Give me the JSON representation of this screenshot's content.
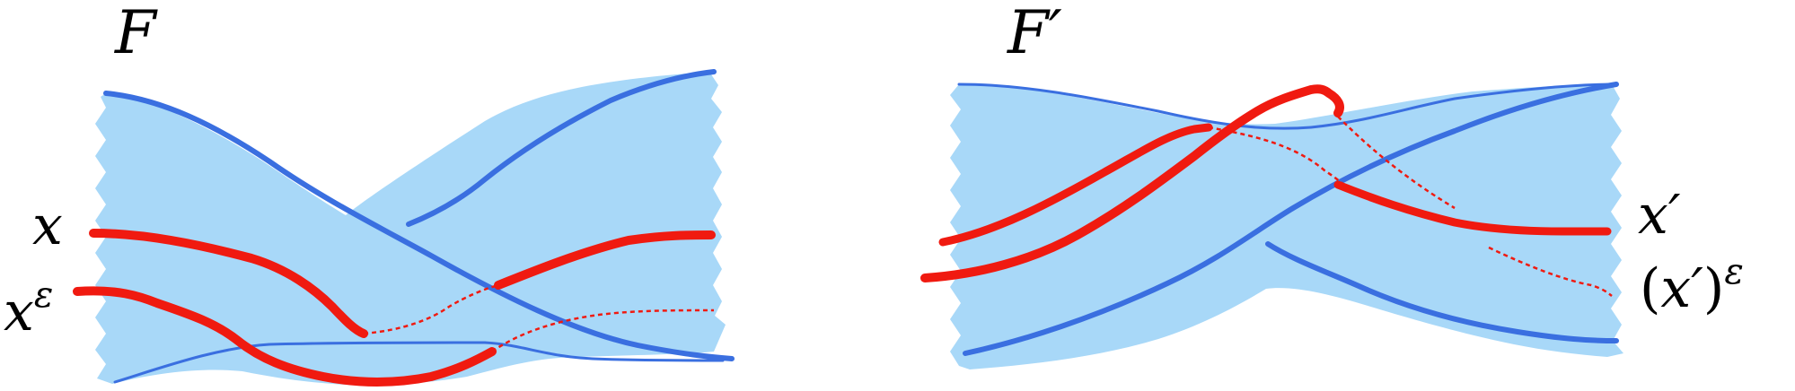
{
  "panels": [
    {
      "id": "left",
      "title": "F",
      "labels": {
        "x": "x",
        "x_base": "x",
        "x_sup": "ε"
      }
    },
    {
      "id": "right",
      "title": "F′",
      "labels": {
        "x_prime": "x′",
        "x_prime_eps_open": "(",
        "x_prime_eps_base": "x′",
        "x_prime_eps_close": ")",
        "x_prime_eps_sup": "ε"
      }
    }
  ],
  "colors": {
    "surface": "#a8d8f8",
    "surface_edge": "#3a6fe0",
    "curve": "#f01a10",
    "background": "#ffffff"
  }
}
